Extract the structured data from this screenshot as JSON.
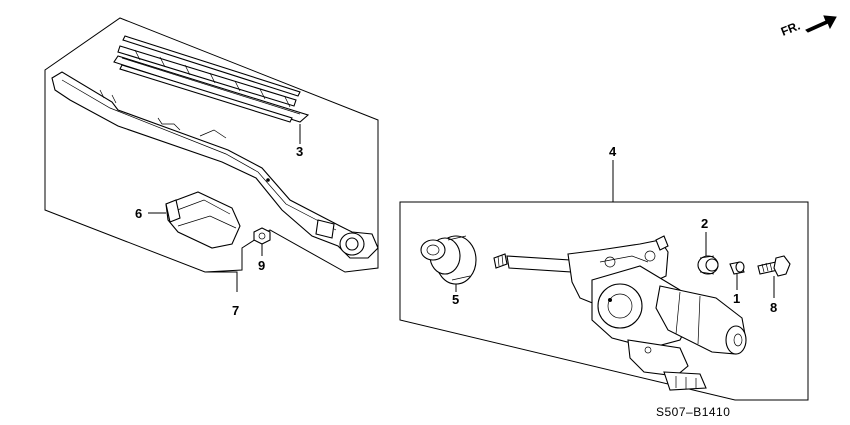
{
  "orientation_label": "FR.",
  "diagram_code": "S507–B1410",
  "callouts": {
    "c1": "1",
    "c2": "2",
    "c3": "3",
    "c4": "4",
    "c5": "5",
    "c6": "6",
    "c7": "7",
    "c8": "8",
    "c9": "9"
  },
  "icons": [
    "arrow-icon"
  ]
}
